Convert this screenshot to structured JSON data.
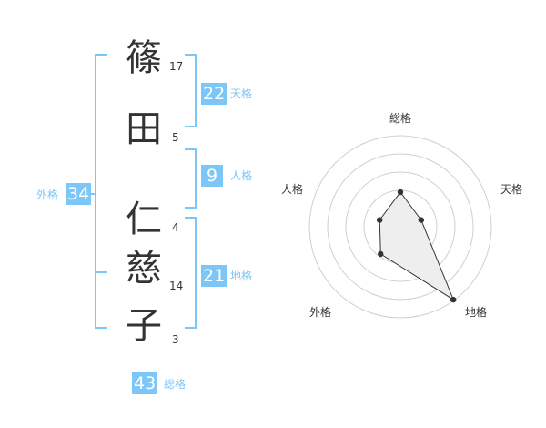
{
  "name": {
    "characters": [
      {
        "char": "篠",
        "strokes": "17"
      },
      {
        "char": "田",
        "strokes": "5"
      },
      {
        "char": "仁",
        "strokes": "4"
      },
      {
        "char": "慈",
        "strokes": "14"
      },
      {
        "char": "子",
        "strokes": "3"
      }
    ]
  },
  "scores": {
    "tenkaku": {
      "label": "天格",
      "value": "22"
    },
    "jinkaku": {
      "label": "人格",
      "value": "9"
    },
    "chikaku": {
      "label": "地格",
      "value": "21"
    },
    "gaikaku": {
      "label": "外格",
      "value": "34"
    },
    "soukaku": {
      "label": "総格",
      "value": "43"
    }
  },
  "radar": {
    "labels": {
      "top": "総格",
      "top_right": "天格",
      "bottom_right": "地格",
      "bottom_left": "外格",
      "top_left": "人格"
    },
    "colors": {
      "accent": "#7cc7f7",
      "grid": "#cfcfcf",
      "shape_fill": "#eeeeee",
      "shape_stroke": "#333333"
    },
    "axes": [
      "総格",
      "天格",
      "地格",
      "外格",
      "人格"
    ],
    "values": [
      0.38,
      0.24,
      0.99,
      0.37,
      0.24
    ]
  }
}
